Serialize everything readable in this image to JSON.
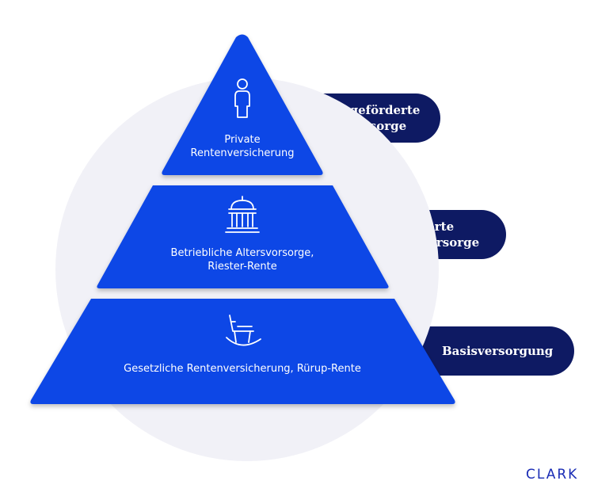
{
  "pyramid": {
    "tiers": [
      {
        "text_lines": [
          "Private",
          "Rentenversicherung"
        ],
        "icon": "person-icon"
      },
      {
        "text_lines": [
          "Betriebliche Altersvorsorge,",
          "Riester-Rente"
        ],
        "icon": "building-icon"
      },
      {
        "text_lines": [
          "Gesetzliche Rentenversicherung, Rürup-Rente"
        ],
        "icon": "rocking-chair-icon"
      }
    ]
  },
  "tags": [
    {
      "label": "Nicht geförderte\nAltersvorsorge"
    },
    {
      "label": "Geförderte\nAltersvorsorge"
    },
    {
      "label": "Basisversorgung"
    }
  ],
  "brand": "CLARK",
  "colors": {
    "tier_fill": "#0a46e6",
    "tag_fill": "#0e1a63",
    "background_circle": "#f1f1f7",
    "brand": "#1a2cb5"
  }
}
